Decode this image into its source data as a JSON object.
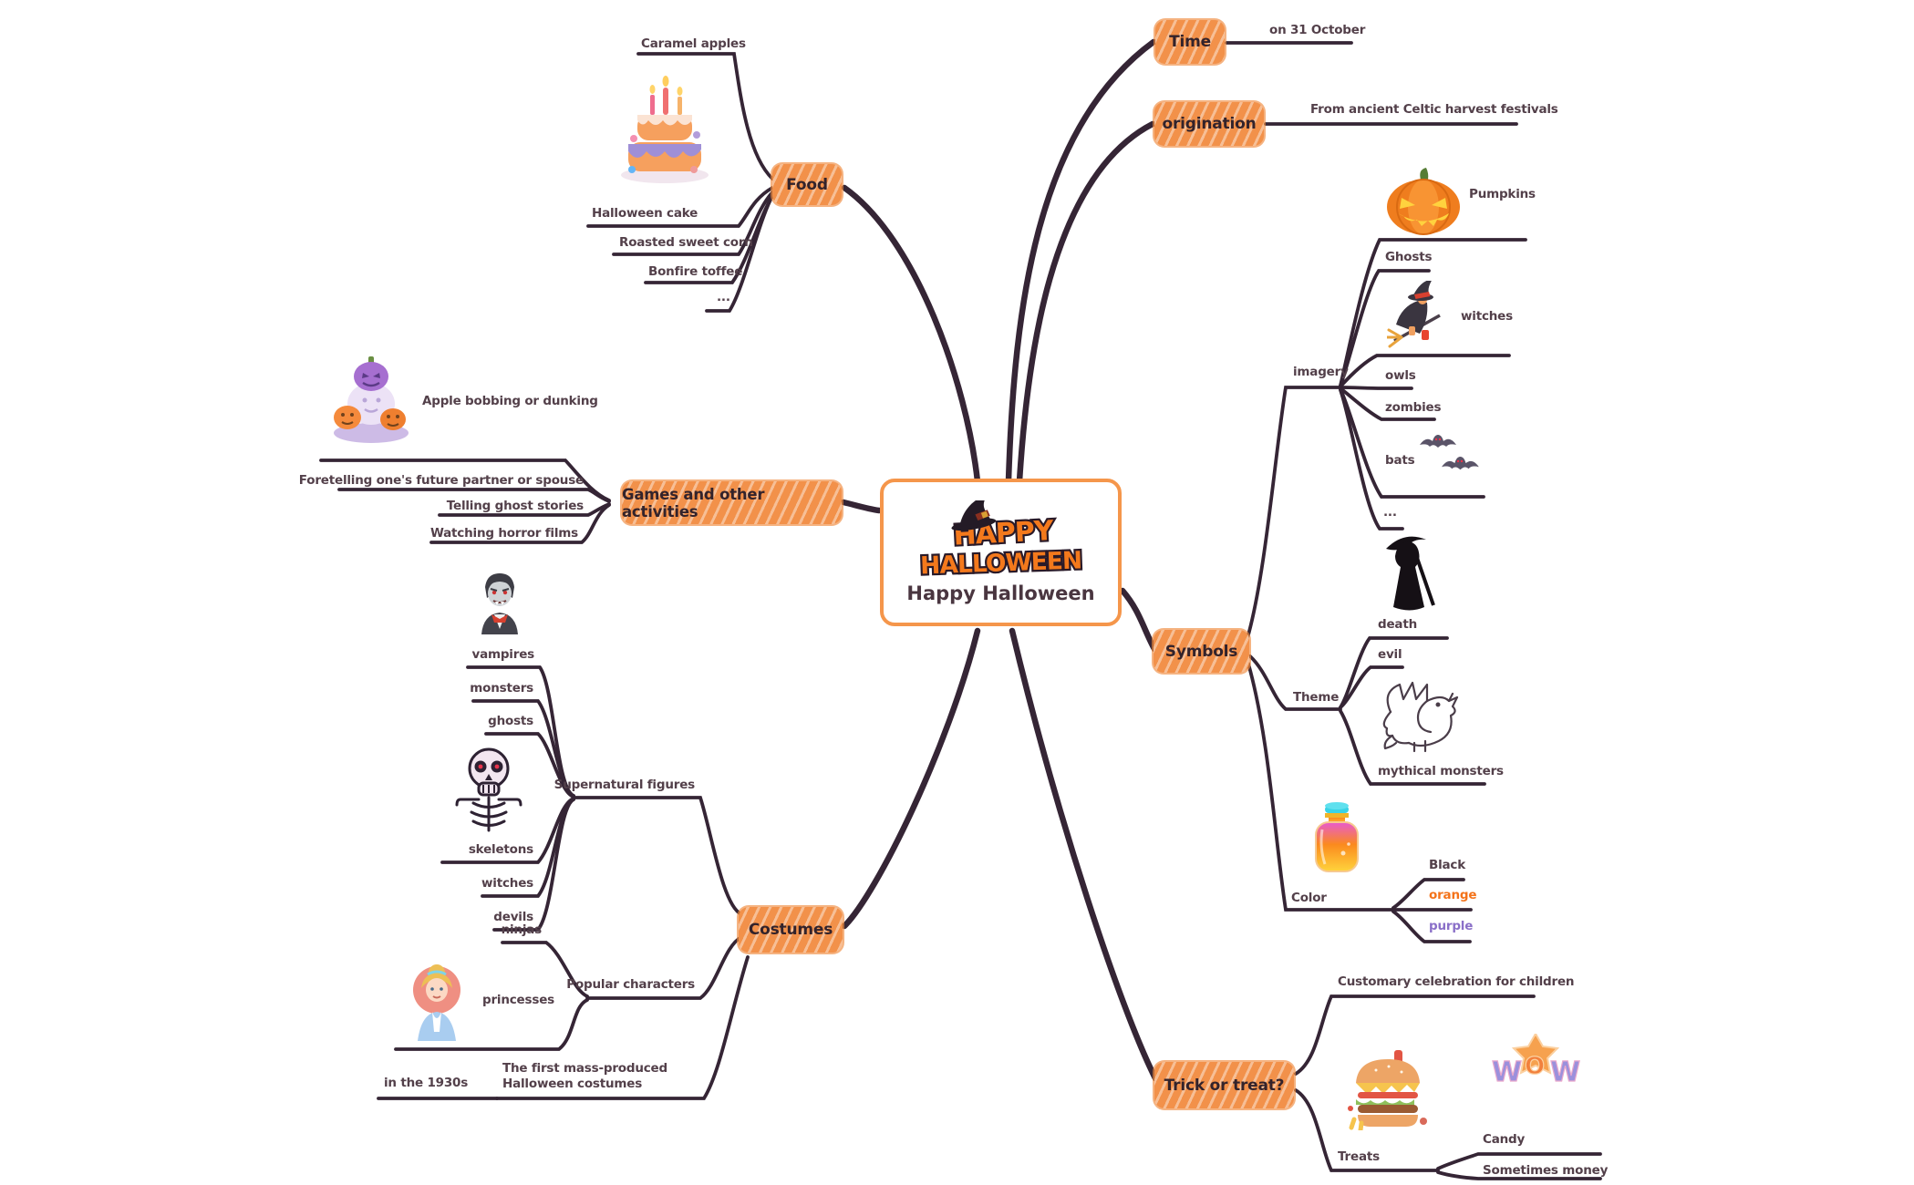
{
  "center": {
    "title": "Happy Halloween",
    "logo_top": "HAPPY",
    "logo_bottom": "HALLOWEEN"
  },
  "time": {
    "label": "Time",
    "leaves": [
      "on 31 October"
    ]
  },
  "origination": {
    "label": "origination",
    "leaves": [
      "From ancient Celtic harvest festivals"
    ]
  },
  "food": {
    "label": "Food",
    "leaves": [
      "Caramel apples",
      "Halloween cake",
      "Roasted sweet corn",
      "Bonfire toffee",
      "..."
    ]
  },
  "games": {
    "label": "Games and other activities",
    "leaves": [
      "Apple bobbing or dunking",
      "Foretelling one's future partner or spouse",
      "Telling ghost stories",
      "Watching horror films"
    ]
  },
  "costumes": {
    "label": "Costumes",
    "supernatural": {
      "label": "Supernatural figures",
      "leaves": [
        "vampires",
        "monsters",
        "ghosts",
        "skeletons",
        "witches",
        "devils"
      ]
    },
    "popular": {
      "label": "Popular characters",
      "leaves": [
        "ninjas",
        "princesses"
      ]
    },
    "first_mass": {
      "label": "The first mass-produced Halloween costumes",
      "leaves": [
        "in the 1930s"
      ]
    }
  },
  "symbols": {
    "label": "Symbols",
    "imagery": {
      "label": "imagery",
      "leaves": [
        "Pumpkins",
        "Ghosts",
        "witches",
        "owls",
        "zombies",
        "bats",
        "..."
      ]
    },
    "theme": {
      "label": "Theme",
      "leaves": [
        "death",
        "evil",
        "mythical monsters"
      ]
    },
    "color": {
      "label": "Color",
      "leaves": [
        "Black",
        "orange",
        "purple"
      ],
      "leaf_colors": [
        "#53404a",
        "#f4731a",
        "#8a6fc8"
      ]
    }
  },
  "trick": {
    "label": "Trick or treat?",
    "leaves": [
      "Customary celebration for children"
    ],
    "treats": {
      "label": "Treats",
      "leaves": [
        "Candy",
        "Sometimes money"
      ]
    },
    "wow_letters": [
      "W",
      "O",
      "W"
    ]
  },
  "colors": {
    "node_fill": "#f2914a",
    "center_border": "#f5964b",
    "branch_line": "#352535",
    "leaf_text": "#53404a",
    "node_text": "#33232b",
    "leaf_orange": "#f4731a",
    "leaf_purple": "#8a6fc8",
    "logo_orange": "#f4791c",
    "logo_outline": "#2a1a28"
  },
  "illustrations": {
    "halloween-cake": "layered cake with candles",
    "pumpkin-stack": "stack of purple and orange pumpkins",
    "vampire": "vampire bust",
    "skeleton": "skeleton with skull and ribcage",
    "princess": "princess portrait",
    "jack-o-lantern": "carved glowing pumpkin",
    "witch-on-broom": "witch flying on a broom",
    "bats": "two flying bats",
    "grim-reaper": "grim reaper silhouette with scythe",
    "dragon": "line-art dragon",
    "potion-bottle": "colorful potion bottle",
    "burger": "stacked burger treat",
    "wow-candy": "WOW candy letters with star"
  }
}
